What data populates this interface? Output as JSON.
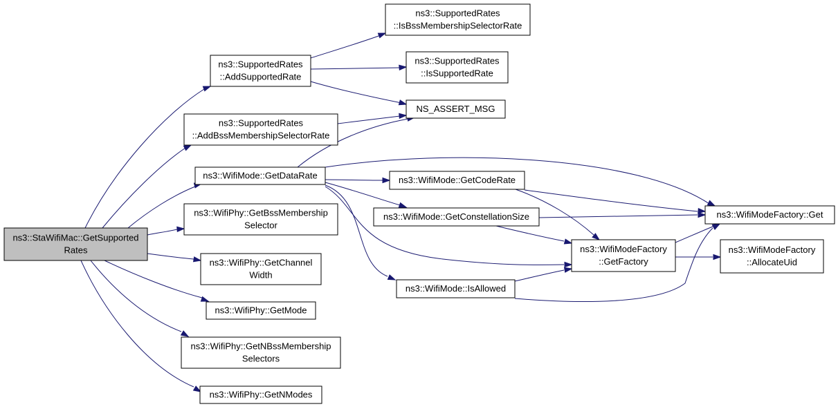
{
  "colors": {
    "edge": "#191970",
    "root_fill": "#bfbfbf",
    "node_fill": "#ffffff",
    "border": "#000000"
  },
  "nodes": {
    "root": [
      "ns3::StaWifiMac::GetSupported",
      "Rates"
    ],
    "add_supported_rate": [
      "ns3::SupportedRates",
      "::AddSupportedRate"
    ],
    "add_bss_selector_rate": [
      "ns3::SupportedRates",
      "::AddBssMembershipSelectorRate"
    ],
    "get_data_rate": [
      "ns3::WifiMode::GetDataRate"
    ],
    "get_bss_membership_selector": [
      "ns3::WifiPhy::GetBssMembership",
      "Selector"
    ],
    "get_channel_width": [
      "ns3::WifiPhy::GetChannel",
      "Width"
    ],
    "get_mode": [
      "ns3::WifiPhy::GetMode"
    ],
    "get_n_bss_selectors": [
      "ns3::WifiPhy::GetNBssMembership",
      "Selectors"
    ],
    "get_n_modes": [
      "ns3::WifiPhy::GetNModes"
    ],
    "is_bss_selector_rate": [
      "ns3::SupportedRates",
      "::IsBssMembershipSelectorRate"
    ],
    "is_supported_rate": [
      "ns3::SupportedRates",
      "::IsSupportedRate"
    ],
    "ns_assert_msg": [
      "NS_ASSERT_MSG"
    ],
    "get_code_rate": [
      "ns3::WifiMode::GetCodeRate"
    ],
    "get_constellation_size": [
      "ns3::WifiMode::GetConstellationSize"
    ],
    "is_allowed": [
      "ns3::WifiMode::IsAllowed"
    ],
    "factory_get": [
      "ns3::WifiModeFactory::Get"
    ],
    "factory_get_factory": [
      "ns3::WifiModeFactory",
      "::GetFactory"
    ],
    "factory_allocate_uid": [
      "ns3::WifiModeFactory",
      "::AllocateUid"
    ]
  },
  "edges": [
    [
      "root",
      "add_supported_rate"
    ],
    [
      "root",
      "add_bss_selector_rate"
    ],
    [
      "root",
      "get_data_rate"
    ],
    [
      "root",
      "get_bss_membership_selector"
    ],
    [
      "root",
      "get_channel_width"
    ],
    [
      "root",
      "get_mode"
    ],
    [
      "root",
      "get_n_bss_selectors"
    ],
    [
      "root",
      "get_n_modes"
    ],
    [
      "add_supported_rate",
      "is_bss_selector_rate"
    ],
    [
      "add_supported_rate",
      "is_supported_rate"
    ],
    [
      "add_supported_rate",
      "ns_assert_msg"
    ],
    [
      "add_bss_selector_rate",
      "ns_assert_msg"
    ],
    [
      "get_data_rate",
      "ns_assert_msg"
    ],
    [
      "get_data_rate",
      "get_code_rate"
    ],
    [
      "get_data_rate",
      "get_constellation_size"
    ],
    [
      "get_data_rate",
      "is_allowed"
    ],
    [
      "get_data_rate",
      "factory_get"
    ],
    [
      "get_data_rate",
      "factory_get_factory"
    ],
    [
      "get_code_rate",
      "factory_get"
    ],
    [
      "get_code_rate",
      "factory_get_factory"
    ],
    [
      "get_constellation_size",
      "factory_get"
    ],
    [
      "get_constellation_size",
      "factory_get_factory"
    ],
    [
      "is_allowed",
      "factory_get_factory"
    ],
    [
      "is_allowed",
      "factory_get"
    ],
    [
      "factory_get_factory",
      "factory_get"
    ],
    [
      "factory_get_factory",
      "factory_allocate_uid"
    ]
  ]
}
